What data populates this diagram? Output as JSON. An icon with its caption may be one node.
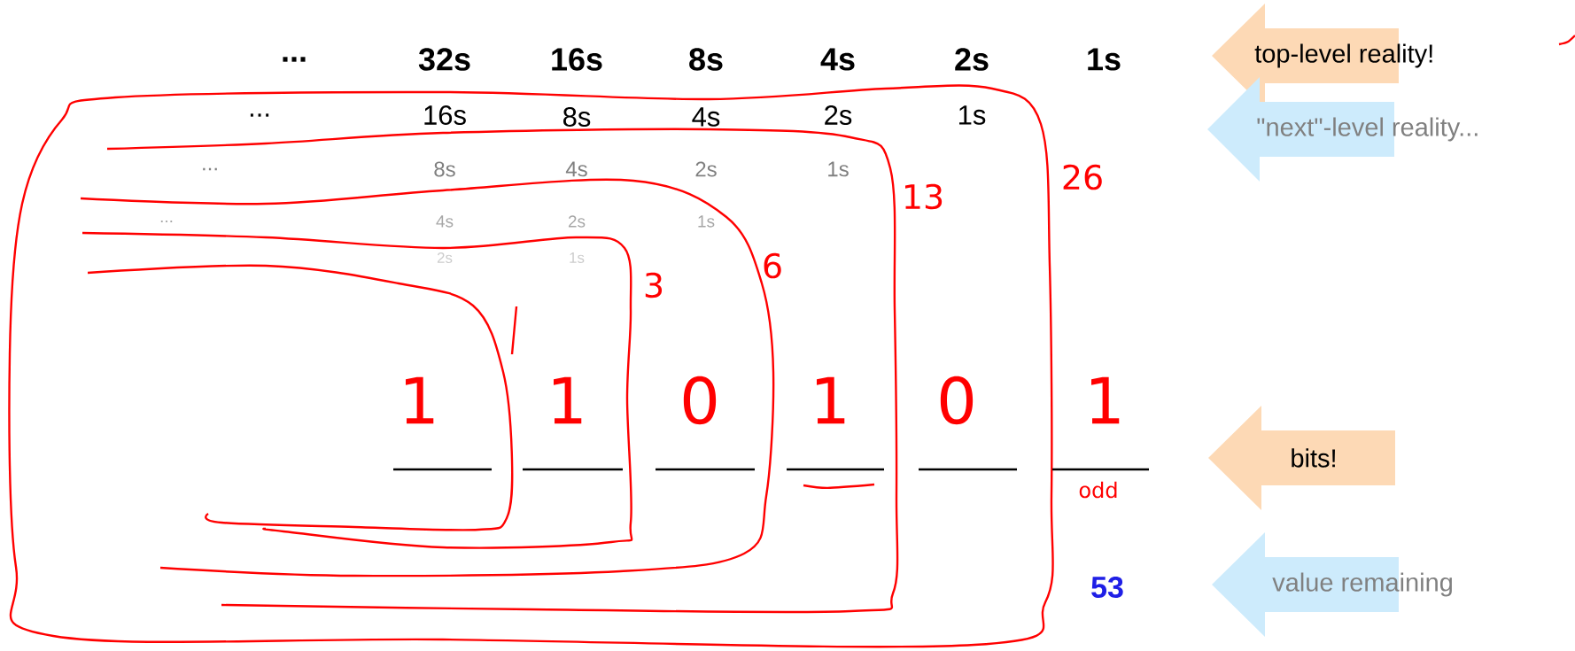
{
  "diagram": {
    "nodes": [
      {
        "text": [
          "top-level reality!"
        ]
      },
      {
        "text": [
          "\"next\"-level reality..."
        ]
      },
      {
        "text": [
          "bits!"
        ]
      },
      {
        "text": [
          "value remaining"
        ]
      }
    ],
    "labels": [
      "...",
      "32s",
      "16s",
      "8s",
      "4s",
      "2s",
      "1s",
      "...",
      "16s",
      "8s",
      "4s",
      "2s",
      "1s",
      "26",
      "...",
      "8s",
      "4s",
      "2s",
      "1s",
      "13",
      "...",
      "4s",
      "2s",
      "1s",
      "6",
      "2s",
      "1s",
      "3",
      "1",
      "1",
      "0",
      "1",
      "0",
      "1",
      "odd",
      "53"
    ]
  }
}
